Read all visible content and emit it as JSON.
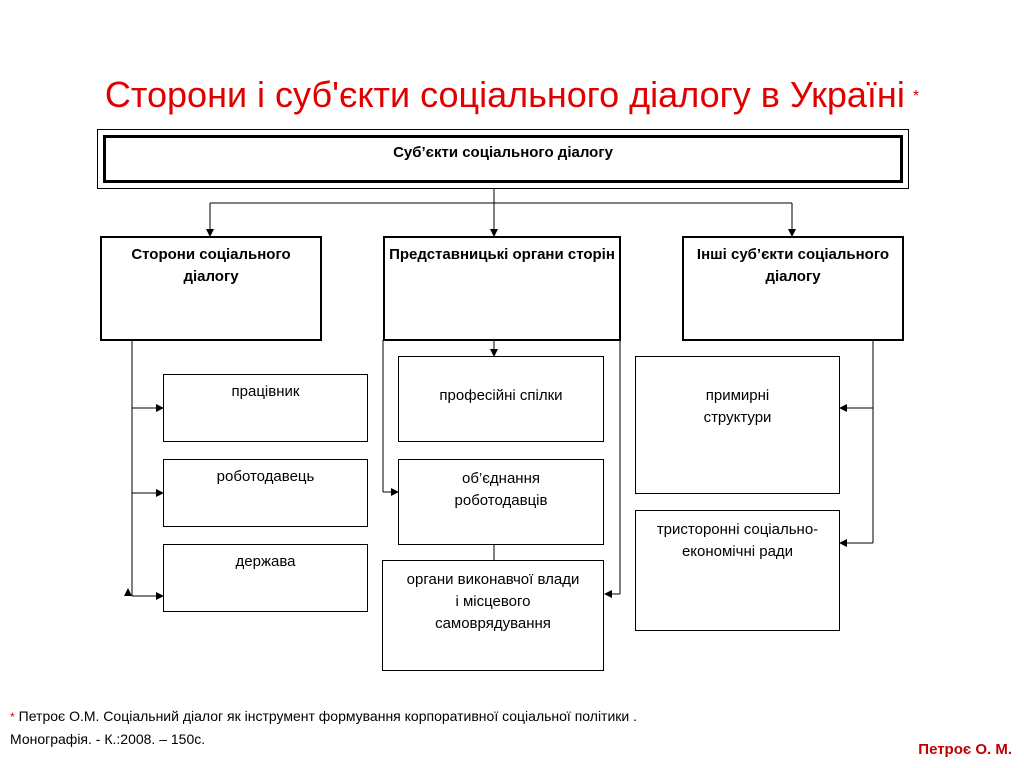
{
  "title": "Сторони і суб'єкти соціального діалогу в Україні",
  "title_mark": "*",
  "header": "Суб’єкти соціального діалогу",
  "groups": [
    {
      "label": "Сторони соціального діалогу",
      "items": [
        "працівник",
        "роботодавець",
        "держава"
      ]
    },
    {
      "label": "Представницькі органи сторін",
      "items": [
        "професійні спілки",
        "об’єднання роботодавців",
        "органи виконавчої влади і місцевого самоврядування"
      ]
    },
    {
      "label": "Інші суб’єкти соціального діалогу",
      "items": [
        "примирні структури",
        "тристоронні соціально-економічні ради"
      ]
    }
  ],
  "reference": {
    "mark": "*",
    "line1": "Петроє О.М. Соціальний діалог як інструмент формування корпоративної соціальної політики .",
    "line2": "Монографія. - К.:2008. – 150с."
  },
  "author": "Петроє О. М.",
  "colors": {
    "title": "#e00000",
    "author": "#c00000",
    "lines": "#000000"
  }
}
